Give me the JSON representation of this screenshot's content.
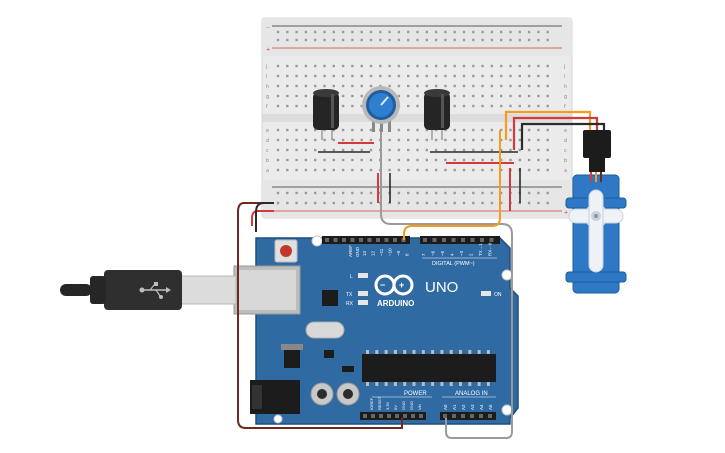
{
  "breadboard": {
    "plus": "+",
    "minus": "−",
    "rows_top": [
      "j",
      "i",
      "h",
      "g",
      "f"
    ],
    "rows_bottom": [
      "e",
      "d",
      "c",
      "b",
      "a"
    ]
  },
  "arduino": {
    "brand": "ARDUINO",
    "model": "UNO",
    "digital_label": "DIGITAL (PWM~)",
    "power_label": "POWER",
    "analog_label": "ANALOG IN",
    "on_label": "ON",
    "led_l": "L",
    "led_tx": "TX",
    "led_rx": "RX",
    "aref": "AREF",
    "gnd": "GND",
    "top_pins": [
      "13",
      "12",
      "~11",
      "~10",
      "~9",
      "8",
      "7",
      "~6",
      "~5",
      "4",
      "~3",
      "2",
      "TX→1",
      "RX←0"
    ],
    "power_pins": [
      "IOREF",
      "RESET",
      "3.3V",
      "5V",
      "GND",
      "GND",
      "Vin"
    ],
    "analog_pins": [
      "A0",
      "A1",
      "A2",
      "A3",
      "A4",
      "A5"
    ]
  },
  "colors": {
    "board": "#2f6aa2",
    "board_edge": "#1f4f7e",
    "wire_red": "#d43a3a",
    "wire_black": "#2b2b2b",
    "wire_orange": "#f39c1f",
    "wire_gray": "#9a9a9a",
    "wire_brown": "#6b2b1f",
    "servo_blue": "#2e78c6"
  }
}
